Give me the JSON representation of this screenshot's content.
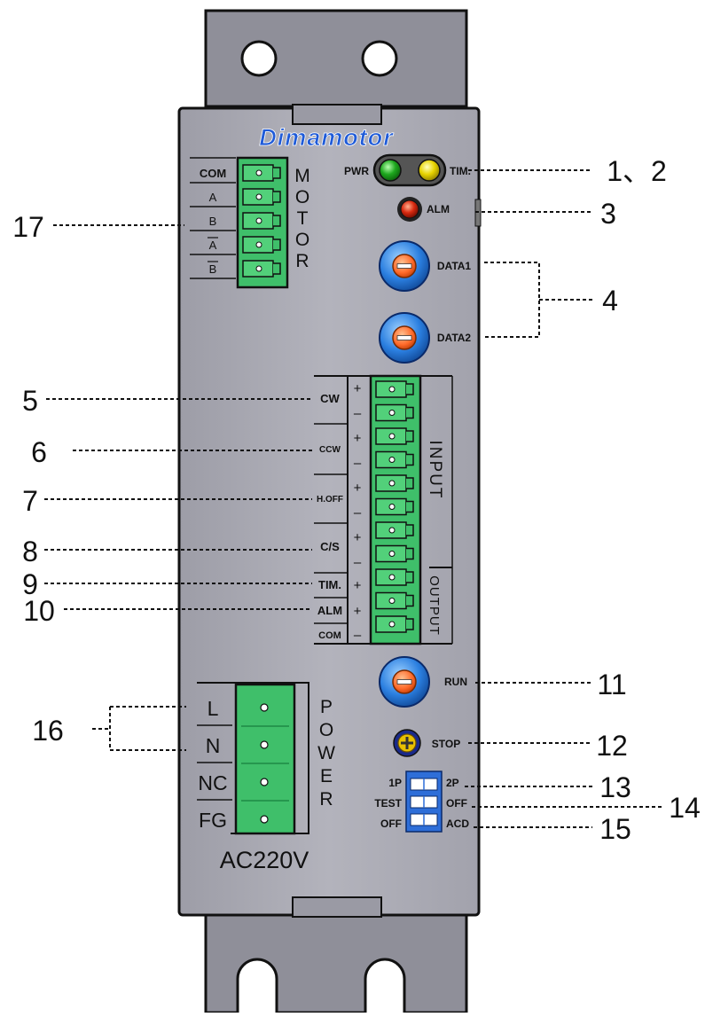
{
  "brand": "Dimamotor",
  "motor": {
    "label": "MOTOR",
    "terminals": [
      "COM",
      "A",
      "B",
      "A",
      "B"
    ],
    "overlined": [
      false,
      false,
      false,
      true,
      true
    ]
  },
  "leds": {
    "pwr": "PWR",
    "tim": "TIM.",
    "alm": "ALM"
  },
  "knobs": {
    "data1": "DATA1",
    "data2": "DATA2",
    "run": "RUN",
    "stop": "STOP"
  },
  "input_block": {
    "input_label": "INPUT",
    "output_label": "OUTPUT",
    "signals": [
      "CW",
      "CCW",
      "H.OFF",
      "C/S",
      "TIM.",
      "ALM",
      "COM"
    ],
    "signs": [
      "+",
      "–",
      "+",
      "–",
      "+",
      "–",
      "+",
      "–",
      "+",
      "+",
      "–"
    ]
  },
  "power": {
    "label": "POWER",
    "terminals": [
      "L",
      "N",
      "NC",
      "FG"
    ],
    "voltage": "AC220V"
  },
  "dip": {
    "left": [
      "1P",
      "TEST",
      "OFF"
    ],
    "right": [
      "2P",
      "OFF",
      "ACD"
    ]
  },
  "callouts": [
    "1、2",
    "3",
    "4",
    "5",
    "6",
    "7",
    "8",
    "9",
    "10",
    "11",
    "12",
    "13",
    "14",
    "15",
    "16",
    "17"
  ],
  "colors": {
    "body": "#a9a9b3",
    "plate": "#8e8e98",
    "terminal_green": "#3fbf6a",
    "led_green": "#1ea81e",
    "led_yellow": "#e8d400",
    "led_red": "#d82a10",
    "knob_blue": "#2b7fe0",
    "knob_orange": "#ff6a2a",
    "brand_blue": "#1f5bd8"
  }
}
